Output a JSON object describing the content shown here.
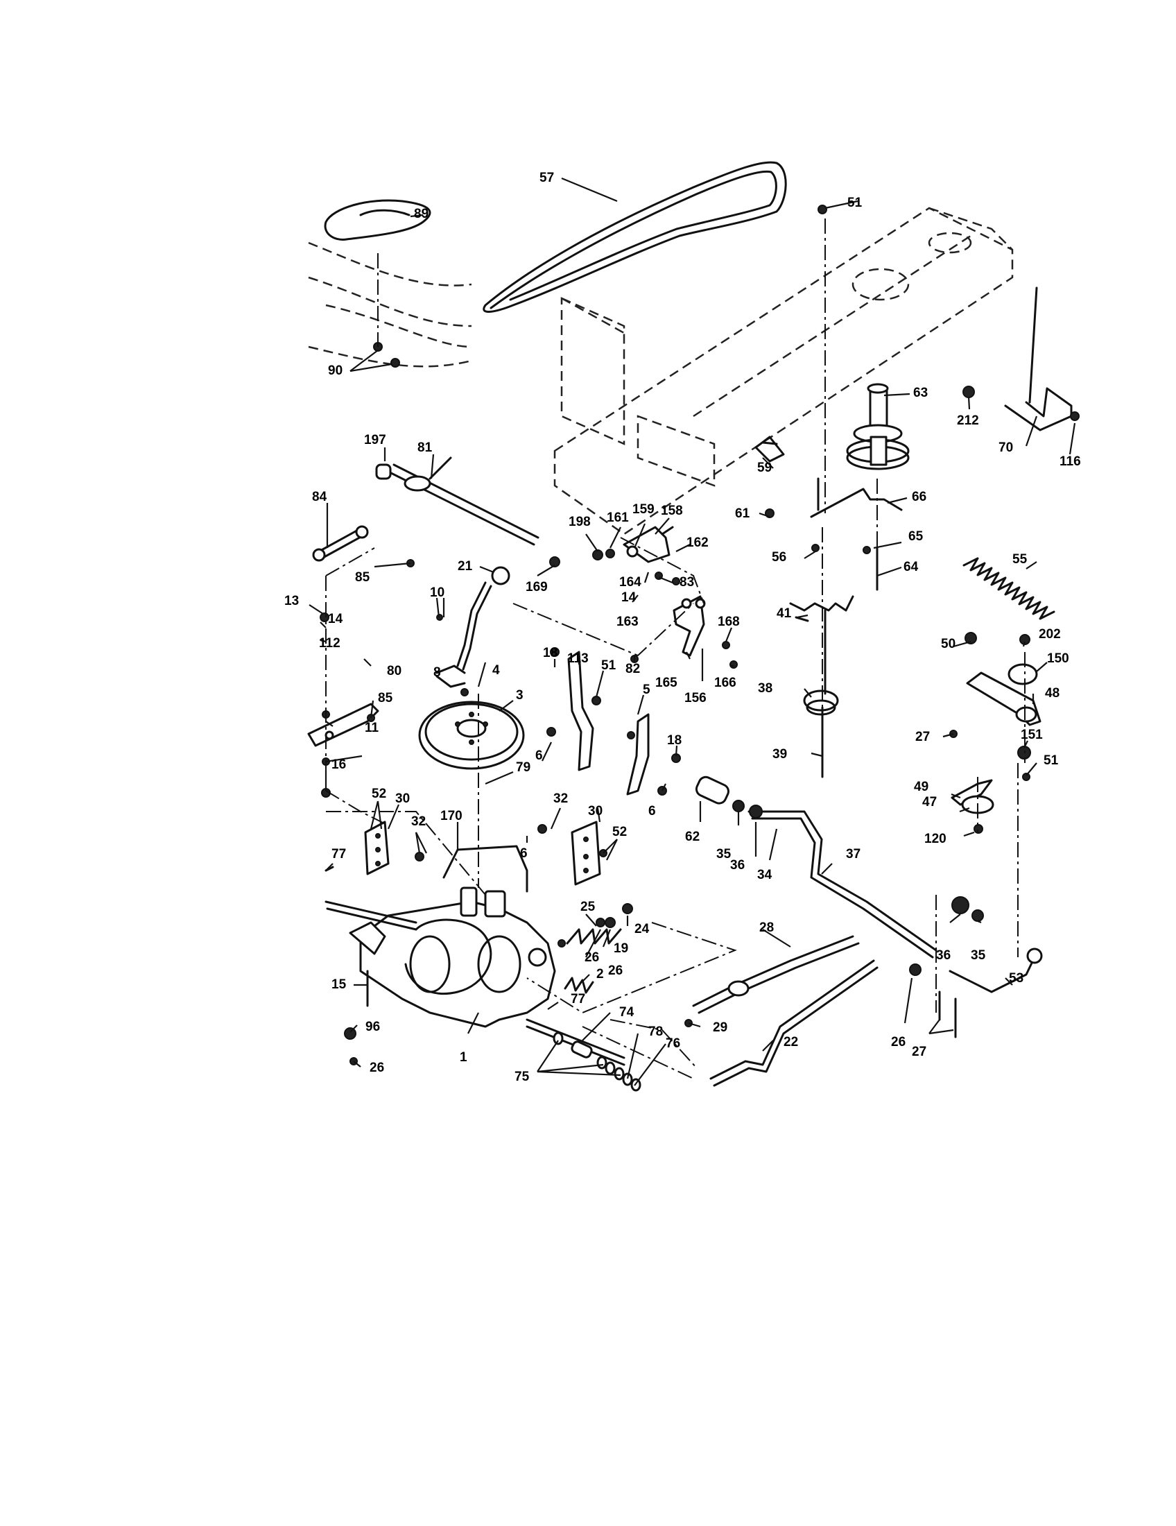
{
  "callouts": {
    "c57": "57",
    "c89": "89",
    "c51a": "51",
    "c90": "90",
    "c63": "63",
    "c212": "212",
    "c70": "70",
    "c116": "116",
    "c197": "197",
    "c81": "81",
    "c59": "59",
    "c66": "66",
    "c61": "61",
    "c84": "84",
    "c198": "198",
    "c161": "161",
    "c159": "159",
    "c158": "158",
    "c162": "162",
    "c65": "65",
    "c55": "55",
    "c56": "56",
    "c64": "64",
    "c85a": "85",
    "c21": "21",
    "c169": "169",
    "c83": "83",
    "c164": "164",
    "c14a": "14",
    "c13": "13",
    "c10": "10",
    "c163": "163",
    "c41": "41",
    "c14b": "14",
    "c168": "168",
    "c112": "112",
    "c80": "80",
    "c8": "8",
    "c18a": "18",
    "c113": "113",
    "c82": "82",
    "c165": "165",
    "c156": "156",
    "c166": "166",
    "c85b": "85",
    "c4": "4",
    "c51b": "51",
    "c50": "50",
    "c202": "202",
    "c150": "150",
    "c48": "48",
    "c38": "38",
    "c3": "3",
    "c11": "11",
    "c5": "5",
    "c18b": "18",
    "c6a": "6",
    "c27a": "27",
    "c39": "39",
    "c151": "151",
    "c51c": "51",
    "c16": "16",
    "c79": "79",
    "c49": "49",
    "c52a": "52",
    "c30a": "30",
    "c32a": "32",
    "c6b": "6",
    "c47": "47",
    "c170": "170",
    "c32b": "32",
    "c30b": "30",
    "c52b": "52",
    "c62": "62",
    "c35a": "35",
    "c120": "120",
    "c6c": "6",
    "c36a": "36",
    "c37": "37",
    "c77a": "77",
    "c34": "34",
    "c25": "25",
    "c24": "24",
    "c28": "28",
    "c26a": "26",
    "c19": "19",
    "c26b": "26",
    "c36b": "36",
    "c35b": "35",
    "c15": "15",
    "c2": "2",
    "c53": "53",
    "c77b": "77",
    "c74": "74",
    "c96": "96",
    "c29": "29",
    "c26c": "26",
    "c78": "78",
    "c1": "1",
    "c22": "22",
    "c76": "76",
    "c27b": "27",
    "c26d": "26",
    "c75": "75"
  }
}
